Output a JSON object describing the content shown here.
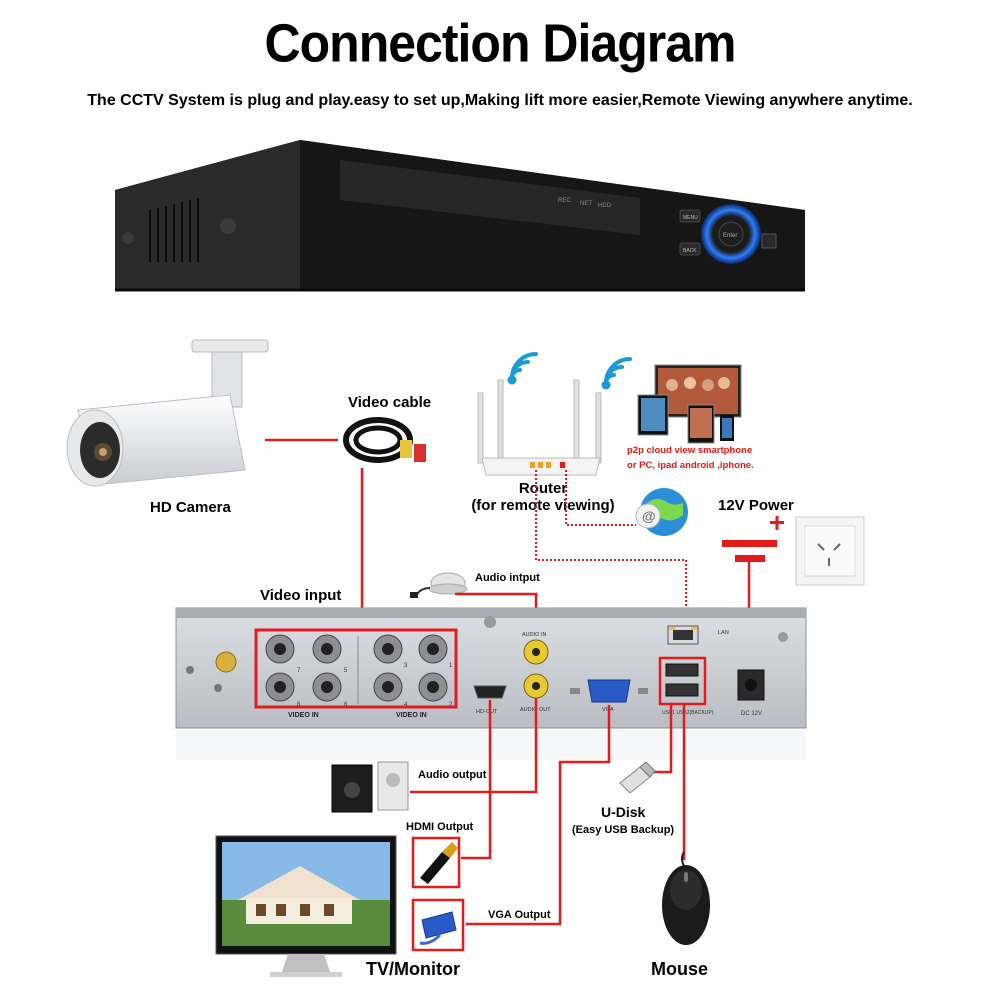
{
  "title": "Connection Diagram",
  "subtitle": "The CCTV System is plug and play.easy to set up,Making lift more easier,Remote Viewing anywhere anytime.",
  "labels": {
    "video_cable": "Video cable",
    "hd_camera": "HD Camera",
    "router": "Router",
    "router_sub": "(for remote viewing)",
    "p2p_line1": "p2p cloud  view smartphone",
    "p2p_line2": "or PC, ipad android ,iphone.",
    "power": "12V Power",
    "audio_input": "Audio intput",
    "video_input": "Video input",
    "audio_output": "Audio output",
    "hdmi_output": "HDMI Output",
    "vga_output": "VGA Output",
    "udisk": "U-Disk",
    "udisk_sub": "(Easy USB Backup)",
    "tv_monitor": "TV/Monitor",
    "mouse": "Mouse"
  },
  "panel": {
    "video_in_left": "VIDEO IN",
    "video_in_right": "VIDEO IN",
    "audio_in": "AUDIO IN",
    "audio_out": "AUDIO OUT",
    "hd_out": "HD-OUT",
    "vga": "VGA",
    "lan": "LAN",
    "usb": "USB1 USB2(BACKUP)",
    "dc": "DC 12V",
    "ch7": "7",
    "ch5": "5",
    "ch3": "3",
    "ch1": "1",
    "ch8": "8",
    "ch6": "6",
    "ch4": "4",
    "ch2": "2"
  },
  "front": {
    "rec": "REC",
    "net": "NET",
    "hdd": "HDD",
    "menu": "MENU",
    "back": "BACK",
    "enter": "Enter"
  },
  "colors": {
    "accent_red": "#e21b1b",
    "device_black": "#1c1c1c",
    "panel_gray": "#cfd2d6",
    "led_blue": "#2f7dff"
  }
}
